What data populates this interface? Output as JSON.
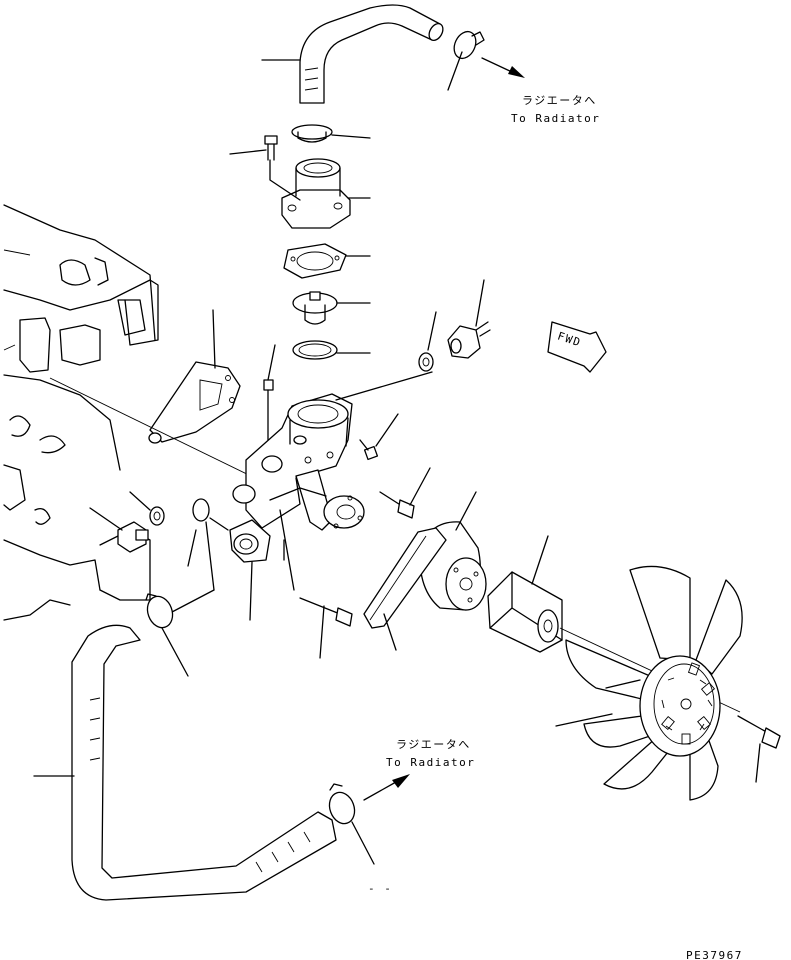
{
  "labels": {
    "radiator_jp_top": "ラジエータへ",
    "radiator_en_top": "To Radiator",
    "radiator_jp_bottom": "ラジエータへ",
    "radiator_en_bottom": "To Radiator",
    "fwd": "FWD",
    "dash": "- -",
    "drawing_no": "PE37967"
  },
  "icons": {
    "fwd_arrow": "fwd-arrow-icon",
    "flow_arrow": "flow-arrow-icon"
  }
}
